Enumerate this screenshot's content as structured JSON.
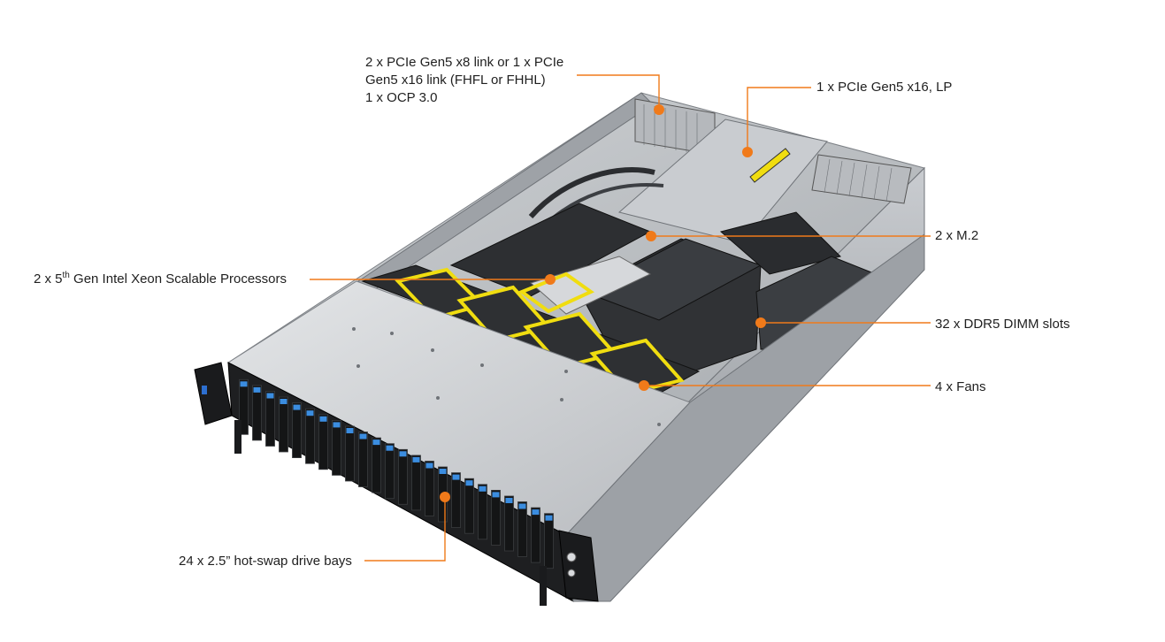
{
  "accent_color": "#f07a1a",
  "callouts": {
    "pcie_ocp": {
      "lines": [
        "2 x PCIe Gen5 x8 link or 1 x PCIe",
        "Gen5 x16 link (FHFL or FHHL)",
        "1 x OCP 3.0"
      ]
    },
    "pcie_lp": {
      "text": "1 x PCIe Gen5 x16, LP"
    },
    "m2": {
      "text": "2 x M.2"
    },
    "processors": {
      "prefix": "2 x 5",
      "superscript": "th",
      "suffix": " Gen Intel Xeon Scalable Processors"
    },
    "dimm": {
      "text": "32 x DDR5 DIMM slots"
    },
    "fans": {
      "text": "4 x Fans"
    },
    "drive_bays": {
      "text": "24 x 2.5” hot-swap drive bays"
    }
  }
}
